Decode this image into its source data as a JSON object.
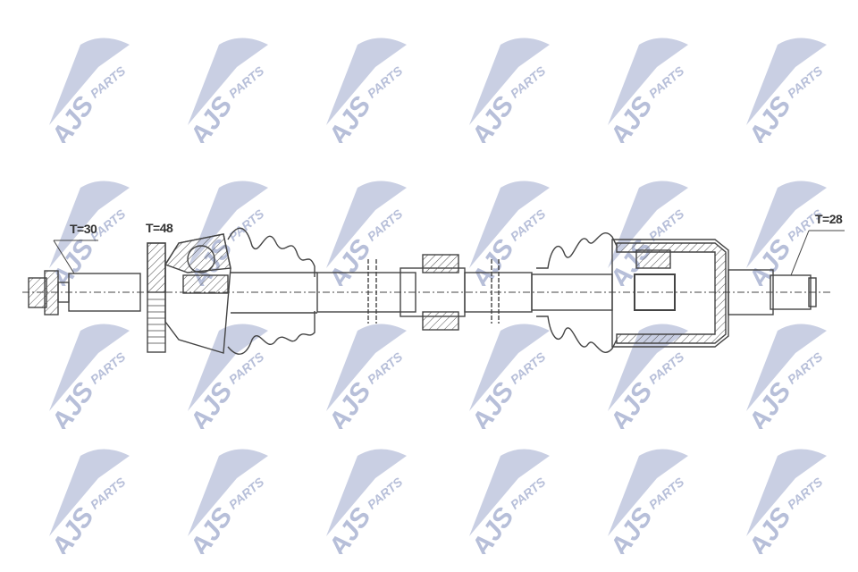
{
  "figure": {
    "title": "Drive shaft technical drawing",
    "background": "#ffffff",
    "line_color": "#444444",
    "watermark": {
      "text_main": "AJS",
      "text_sub": "PARTS",
      "color": "#b7bfd9",
      "rows_y": [
        30,
        190,
        350,
        490
      ],
      "cols_x": [
        35,
        190,
        345,
        505,
        660,
        815
      ]
    }
  },
  "labels": {
    "left_spline": "T=30",
    "abs_ring": "T=48",
    "right_spline": "T=28"
  }
}
